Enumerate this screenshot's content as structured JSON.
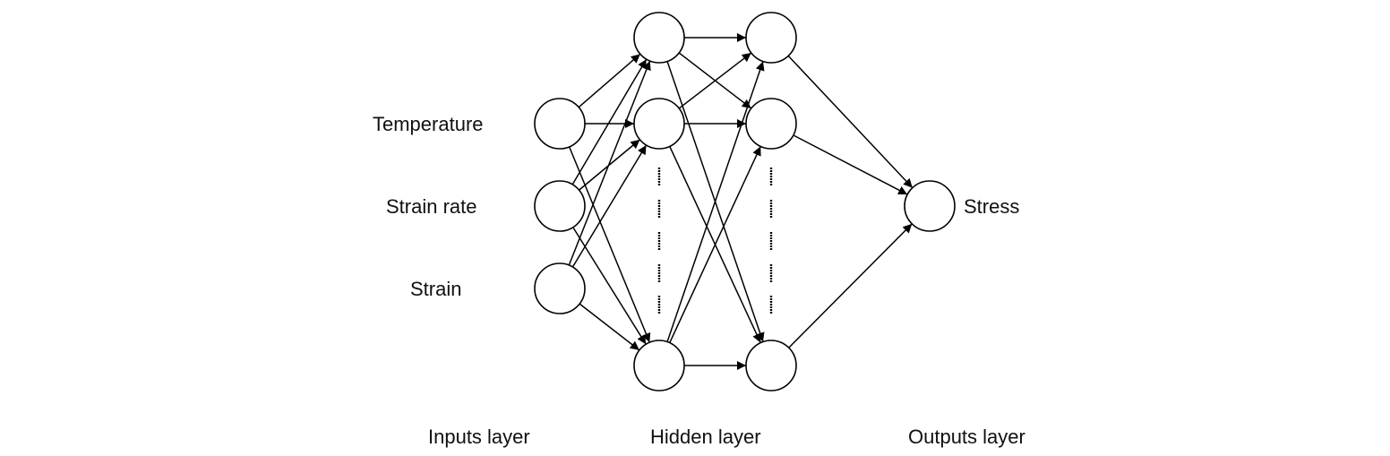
{
  "diagram": {
    "type": "neural-network-architecture",
    "inputs": [
      {
        "id": "in1",
        "label": "Temperature"
      },
      {
        "id": "in2",
        "label": "Strain rate"
      },
      {
        "id": "in3",
        "label": "Strain"
      }
    ],
    "hidden_layer_1": [
      {
        "id": "h1a"
      },
      {
        "id": "h1b"
      },
      {
        "id": "h1n"
      }
    ],
    "hidden_layer_2": [
      {
        "id": "h2a"
      },
      {
        "id": "h2b"
      },
      {
        "id": "h2n"
      }
    ],
    "outputs": [
      {
        "id": "out1",
        "label": "Stress"
      }
    ],
    "ellipsis_between": [
      [
        "h1b",
        "h1n"
      ],
      [
        "h2b",
        "h2n"
      ]
    ],
    "edges": [
      [
        "in1",
        "h1a"
      ],
      [
        "in1",
        "h1b"
      ],
      [
        "in1",
        "h1n"
      ],
      [
        "in2",
        "h1a"
      ],
      [
        "in2",
        "h1b"
      ],
      [
        "in2",
        "h1n"
      ],
      [
        "in3",
        "h1a"
      ],
      [
        "in3",
        "h1b"
      ],
      [
        "in3",
        "h1n"
      ],
      [
        "h1a",
        "h2a"
      ],
      [
        "h1a",
        "h2b"
      ],
      [
        "h1a",
        "h2n"
      ],
      [
        "h1b",
        "h2a"
      ],
      [
        "h1b",
        "h2b"
      ],
      [
        "h1b",
        "h2n"
      ],
      [
        "h1n",
        "h2a"
      ],
      [
        "h1n",
        "h2b"
      ],
      [
        "h1n",
        "h2n"
      ],
      [
        "h2a",
        "out1"
      ],
      [
        "h2b",
        "out1"
      ],
      [
        "h2n",
        "out1"
      ]
    ],
    "layer_captions": {
      "inputs": "Inputs layer",
      "hidden": "Hidden layer",
      "outputs": "Outputs layer"
    }
  }
}
